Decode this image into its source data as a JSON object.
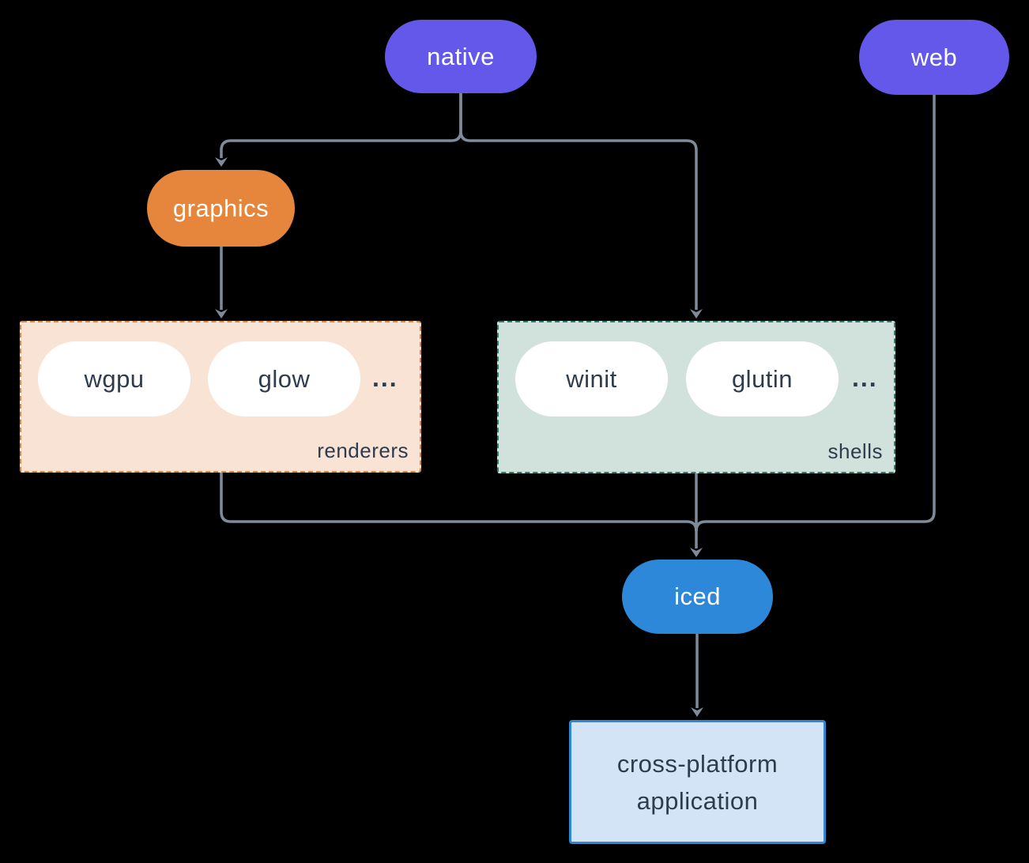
{
  "nodes": {
    "native": "native",
    "web": "web",
    "graphics": "graphics",
    "iced": "iced"
  },
  "renderers_group": {
    "label": "renderers",
    "items": [
      "wgpu",
      "glow"
    ],
    "ellipsis": "..."
  },
  "shells_group": {
    "label": "shells",
    "items": [
      "winit",
      "glutin"
    ],
    "ellipsis": "..."
  },
  "app_box": {
    "line1": "cross-platform",
    "line2": "application"
  },
  "colors": {
    "background": "#000000",
    "purple": "#6358E9",
    "orange": "#E5863C",
    "blue": "#2D88DA",
    "white_pill": "#FFFFFF",
    "dark_text": "#2E3C4E",
    "renderers_bg": "#F9E3D4",
    "renderers_border": "#E08540",
    "shells_bg": "#D1E1DC",
    "shells_border": "#2E7D6F",
    "app_bg": "#D3E4F6",
    "app_border": "#2F86D3",
    "line": "#7E8B9B"
  }
}
